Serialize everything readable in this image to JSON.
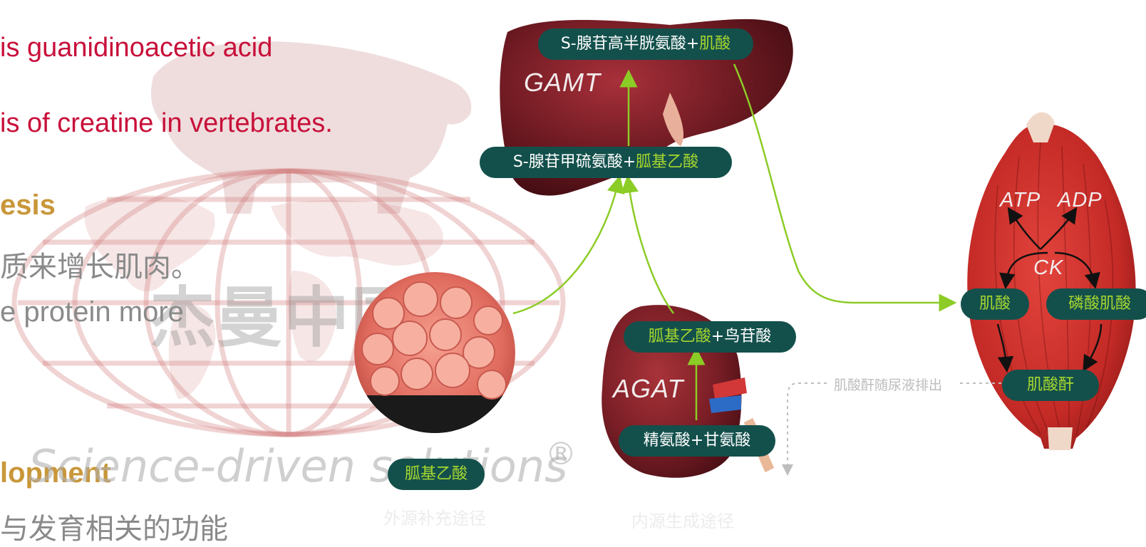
{
  "left_text": {
    "line1": "is guanidinoacetic acid",
    "line2": "is of creatine in vertebrates.",
    "heading1": "esis",
    "line3": "质来增长肌肉。",
    "line4": "e protein more",
    "heading2": "lopment",
    "line5": "与发育相关的功能"
  },
  "watermark": {
    "brand_cn": "杰曼中国",
    "slogan": "Science-driven solutions",
    "reg_mark": "®"
  },
  "diagram": {
    "liver_top_label": {
      "prefix": "S-腺苷高半胱氨酸+",
      "highlight": "肌酸"
    },
    "liver_bottom_label": {
      "prefix": "S-腺苷甲硫氨酸+",
      "highlight": "胍基乙酸"
    },
    "liver_enzyme": "GAMT",
    "kidney_top_label": {
      "highlight": "胍基乙酸",
      "suffix": "+鸟苷酸"
    },
    "kidney_bottom_label": "精氨酸+甘氨酸",
    "kidney_enzyme": "AGAT",
    "intestine_label": "胍基乙酸",
    "exogenous_route": "外源补充途径",
    "endogenous_route": "内源生成途径",
    "muscle": {
      "atp": "ATP",
      "adp": "ADP",
      "ck": "CK",
      "creatine": "肌酸",
      "phosphocreatine": "磷酸肌酸",
      "creatinine": "肌酸酐"
    },
    "excretion_text": "肌酸酐随尿液排出",
    "colors": {
      "label_bg": "#13504c",
      "highlight": "#a6d62e",
      "arrow_green": "#8ccc26",
      "brand_red": "#c8103a",
      "gold": "#c9973a"
    }
  }
}
